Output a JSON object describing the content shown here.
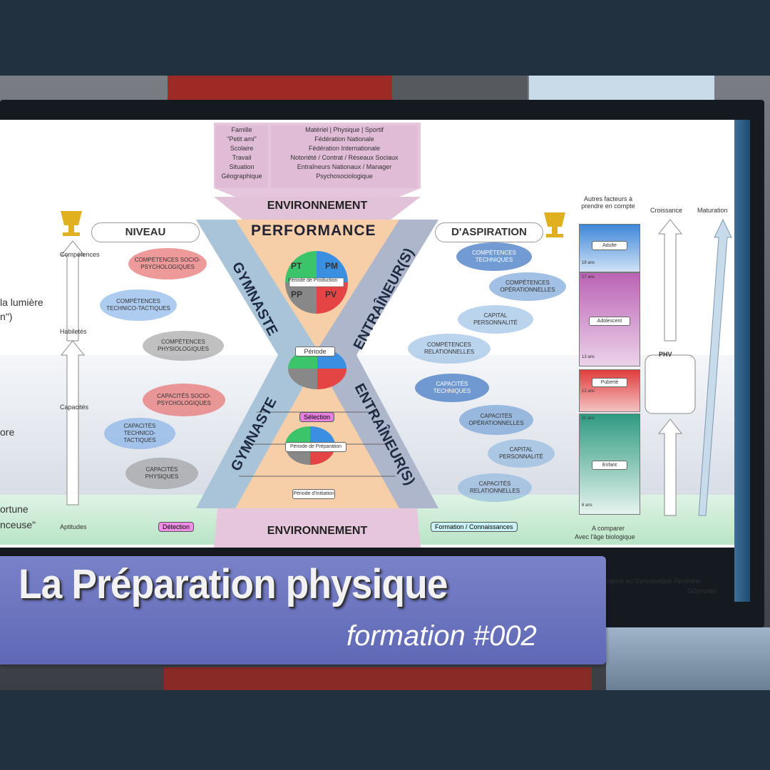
{
  "title": {
    "main": "La Préparation physique",
    "sub": "formation #002"
  },
  "diagram": {
    "env_top_left": [
      "Famille",
      "\"Petit ami\"",
      "Scolaire",
      "Travail",
      "Situation",
      "Géographique"
    ],
    "env_top_right": [
      "Matériel | Physique | Sportif",
      "Fédération Nationale",
      "Fédération Internationale",
      "Notoriété / Contrat / Réseaux Sociaux",
      "Entraîneurs Nationaux / Manager",
      "Psychosociologique"
    ],
    "environnement_top": "ENVIRONNEMENT",
    "environnement_bottom": "ENVIRONNEMENT",
    "niveau": "NIVEAU",
    "performance": "PERFORMANCE",
    "aspiration": "D'ASPIRATION",
    "gymnaste_top": "GYMNASTE",
    "gymnaste_bottom": "GYMNASTE",
    "entraineur_top": "ENTRAÎNEUR(S)",
    "entraineur_bottom": "ENTRAÎNEUR(S)",
    "left_scale": [
      "Compétences",
      "Habiletés",
      "Capacités",
      "Aptitudes"
    ],
    "left_cut_text": [
      "la lumière",
      "n\")",
      "ore",
      "ortune",
      "nceuse\""
    ],
    "ovals_left_top": [
      "COMPÉTENCES SOCIO-PSYCHOLOGIQUES",
      "COMPÉTENCES TECHNICO-TACTIQUES",
      "COMPÉTENCES PHYSIOLOGIQUES"
    ],
    "ovals_left_bottom": [
      "CAPACITÉS SOCIO-PSYCHOLOGIQUES",
      "CAPACITÉS TECHNICO-TACTIQUES",
      "CAPACITÉS PHYSIQUES"
    ],
    "ovals_right_top": [
      "COMPÉTENCES TECHNIQUES",
      "COMPÉTENCES OPÉRATIONNELLES",
      "CAPITAL PERSONNALITÉ",
      "COMPÉTENCES RELATIONNELLES"
    ],
    "ovals_right_bottom": [
      "CAPACITÉS TECHNIQUES",
      "CAPACITÉS OPÉRATIONNELLES",
      "CAPITAL PERSONNALITÉ",
      "CAPACITÉS RELATIONNELLES"
    ],
    "quad": [
      "PT",
      "PM",
      "PP",
      "PV"
    ],
    "period_labels": [
      "Période de Production",
      "Période",
      "Période de Préparation",
      "Période d'Initiation"
    ],
    "selection": "Sélection",
    "detection": "Détection",
    "formation": "Formation / Connaissances",
    "right_headers": [
      "Autres facteurs à prendre en compte",
      "Croissance",
      "Maturation"
    ],
    "right_boxes": [
      "Adulte",
      "Adolescent",
      "Puberté",
      "Enfant"
    ],
    "right_age": [
      "18 ans",
      "17 ans",
      "13 ans",
      "12 ans",
      "11 ans",
      "6 ans"
    ],
    "phv": "PHV",
    "compare": [
      "A comparer",
      "Avec l'âge biologique"
    ],
    "credit": [
      "mance en Gymnastique Féminine",
      "©Gymneo"
    ]
  },
  "colors": {
    "background": "#213140",
    "title_box": "#6a72bf",
    "performance_fill": "#f6cfa8",
    "gymnaste_band": "#a9c4d8",
    "entraineur_band": "#aeb6cc",
    "env_top": "#e6c6dd"
  }
}
